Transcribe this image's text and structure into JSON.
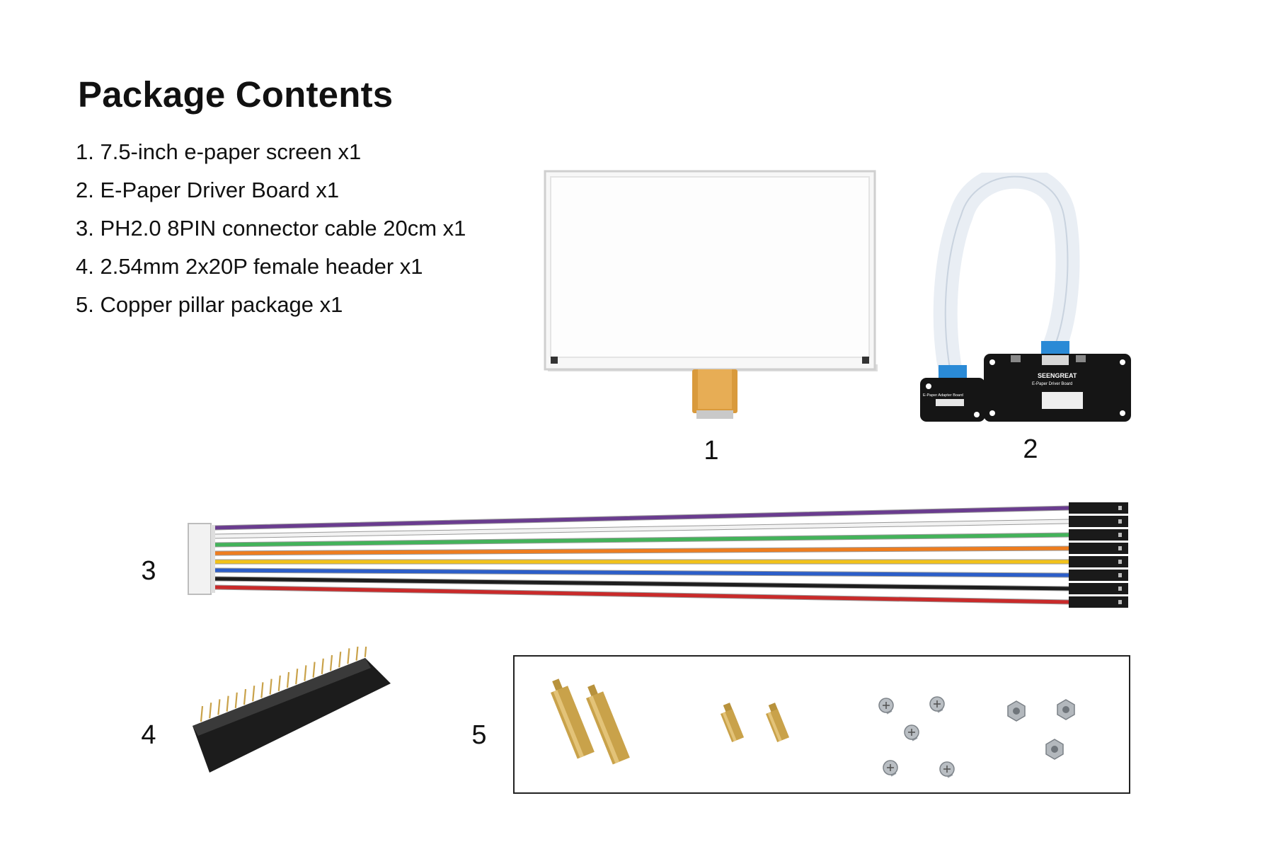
{
  "title": "Package Contents",
  "items": [
    "1. 7.5-inch e-paper screen x1",
    "2. E-Paper Driver Board x1",
    "3. PH2.0 8PIN connector cable 20cm x1",
    "4. 2.54mm 2x20P female header x1",
    "5. Copper pillar package x1"
  ],
  "illustration_numbers": [
    "1",
    "2",
    "3",
    "4",
    "5"
  ],
  "board_labels": {
    "brand": "SEENGREAT",
    "driver": "E-Paper Driver Board",
    "adapter": "E-Paper Adapter Board"
  },
  "wire_colors": [
    "#6a3c8f",
    "#f2f2f2",
    "#43b35a",
    "#ee7d1f",
    "#f2c21a",
    "#2c5ec9",
    "#1d1d1d",
    "#c92a2a"
  ],
  "colors": {
    "text": "#111111",
    "brass": "#c9a24a",
    "pcb": "#151515",
    "ribbon": "#e9eef4"
  }
}
